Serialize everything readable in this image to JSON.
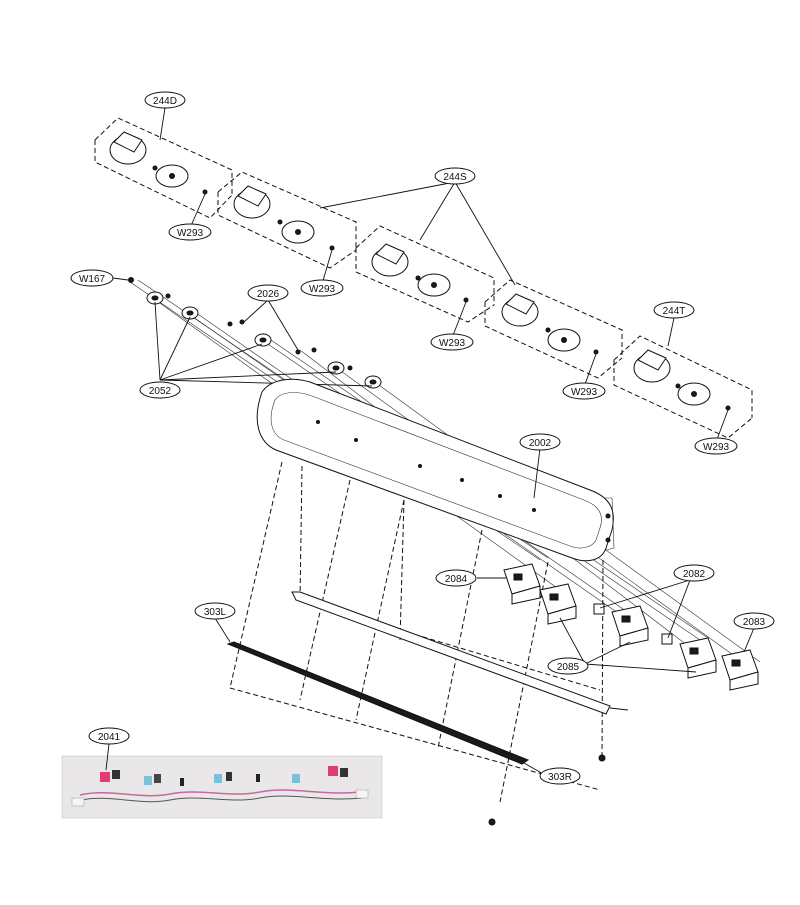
{
  "labels": {
    "l244D": "244D",
    "l244S": "244S",
    "l244T": "244T",
    "lW293a": "W293",
    "lW293b": "W293",
    "lW293c": "W293",
    "lW293d": "W293",
    "lW293e": "W293",
    "lW167": "W167",
    "l2026": "2026",
    "l2052": "2052",
    "l2002": "2002",
    "l2082": "2082",
    "l2083": "2083",
    "l2084": "2084",
    "l2085": "2085",
    "l303L": "303L",
    "l303R": "303R",
    "l2041": "2041"
  }
}
